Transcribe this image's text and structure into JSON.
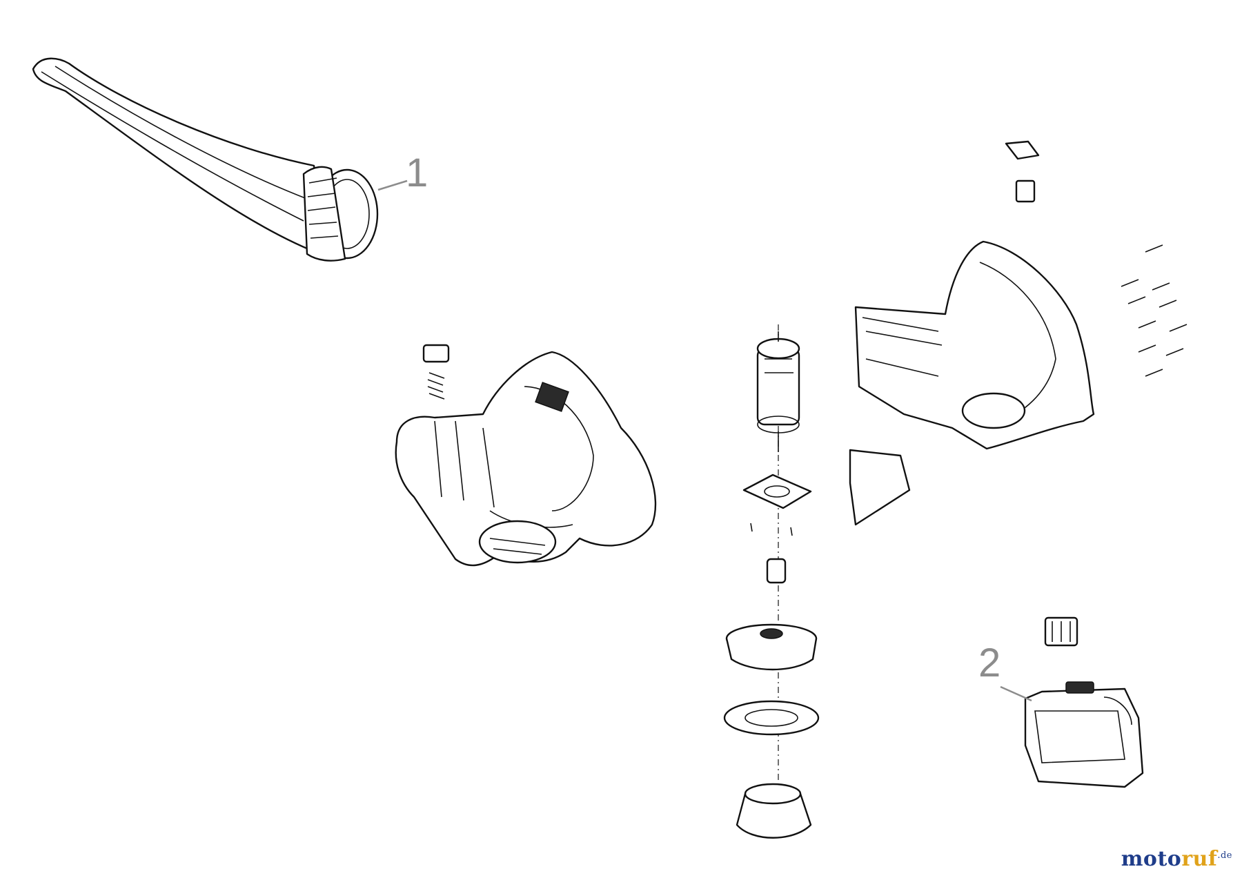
{
  "diagram": {
    "callouts": [
      {
        "id": "1",
        "label": "1",
        "part": "blower-tube"
      },
      {
        "id": "2",
        "label": "2",
        "part": "battery-pack"
      }
    ],
    "watermark": {
      "part1": "moto",
      "part2": "ruf",
      "suffix": ".de"
    },
    "colors": {
      "line": "#111111",
      "callout": "#8c8c8c",
      "wm_blue": "#1f3d8a",
      "wm_orange": "#e0a21a"
    }
  }
}
